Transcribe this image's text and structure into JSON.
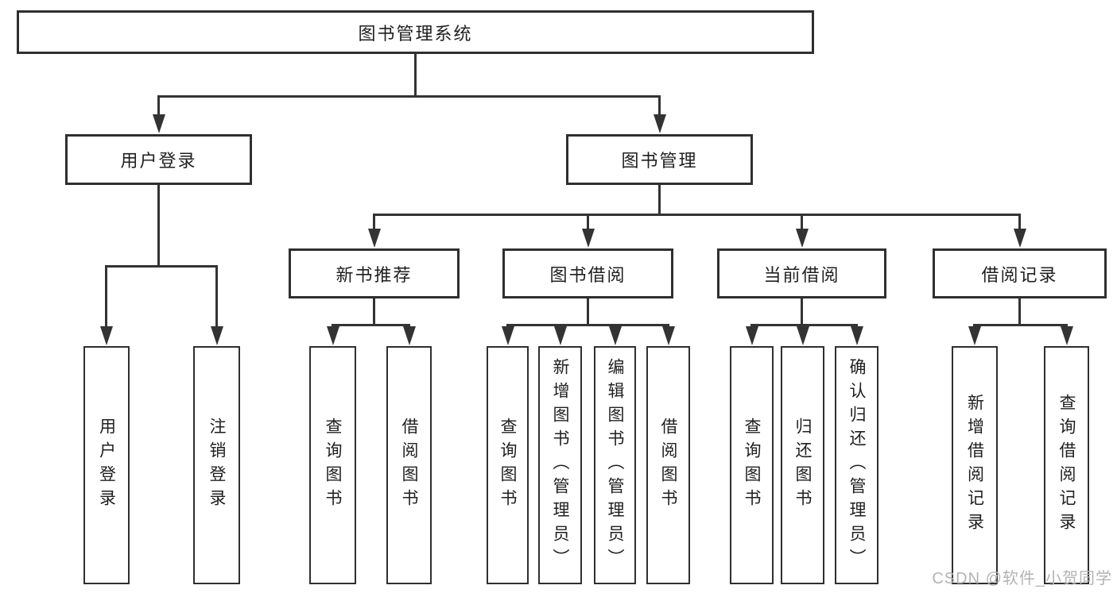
{
  "tree": {
    "root": {
      "label": "图书管理系统"
    },
    "branches": [
      {
        "label": "用户登录",
        "children": [
          {
            "label": "用户登录"
          },
          {
            "label": "注销登录"
          }
        ]
      },
      {
        "label": "图书管理",
        "children": [
          {
            "label": "新书推荐",
            "children": [
              {
                "label": "查询图书"
              },
              {
                "label": "借阅图书"
              }
            ]
          },
          {
            "label": "图书借阅",
            "children": [
              {
                "label": "查询图书"
              },
              {
                "label": "新增图书（管理员）"
              },
              {
                "label": "编辑图书（管理员）"
              },
              {
                "label": "借阅图书"
              }
            ]
          },
          {
            "label": "当前借阅",
            "children": [
              {
                "label": "查询图书"
              },
              {
                "label": "归还图书"
              },
              {
                "label": "确认归还（管理员）"
              }
            ]
          },
          {
            "label": "借阅记录",
            "children": [
              {
                "label": "新增借阅记录"
              },
              {
                "label": "查询借阅记录"
              }
            ]
          }
        ]
      }
    ]
  },
  "watermark": "CSDN @软件_小贺同学",
  "colors": {
    "line": "#333333",
    "box_border": "#2f2f2f",
    "box_fill": "#ffffff",
    "text": "#1f1f1f",
    "watermark": "#b3b3b3"
  }
}
